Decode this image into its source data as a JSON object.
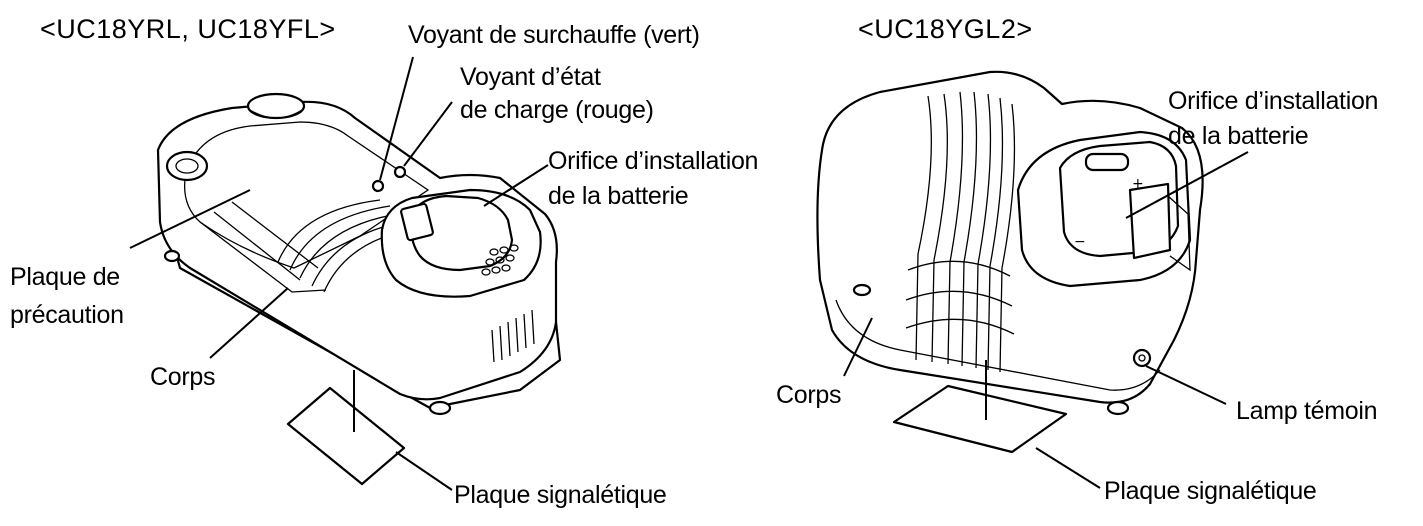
{
  "left": {
    "model": "<UC18YRL, UC18YFL>",
    "labels": {
      "overheat": "Voyant de surchauffe (vert)",
      "charge_line1": "Voyant d’état",
      "charge_line2": "de charge (rouge)",
      "orifice_line1": "Orifice d’installation",
      "orifice_line2": "de la batterie",
      "plaque_line1": "Plaque de",
      "plaque_line2": "précaution",
      "corps": "Corps",
      "signal": "Plaque signalétique"
    }
  },
  "right": {
    "model": "<UC18YGL2>",
    "labels": {
      "orifice_line1": "Orifice d’installation",
      "orifice_line2": "de la batterie",
      "corps": "Corps",
      "lamp": "Lamp témoin",
      "signal": "Plaque signalétique"
    }
  }
}
